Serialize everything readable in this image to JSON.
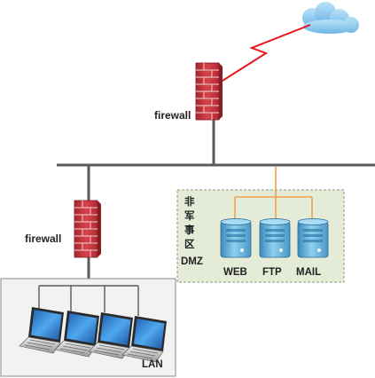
{
  "diagram": {
    "upper_firewall_label": "firewall",
    "lower_firewall_label": "firewall",
    "dmz": {
      "zone_label_lines": [
        "非",
        "军",
        "事",
        "区"
      ],
      "zone_label_latin": "DMZ",
      "servers": [
        {
          "label": "WEB"
        },
        {
          "label": "FTP"
        },
        {
          "label": "MAIL"
        }
      ]
    },
    "lan": {
      "label": "LAN",
      "laptop_count": 4
    }
  },
  "colors": {
    "internet_link": "#e8141a",
    "backbone": "#5a5a5a",
    "dmz_links": "#f0a050",
    "dmz_fill": "#e4ecd8",
    "dmz_border": "#8a9a7a",
    "lan_fill": "#f2f2f2",
    "lan_border": "#8a8a8a",
    "cloud": "#8ec8ee",
    "firewall_brick": "#c8313a",
    "server_body": "#6fb3d8",
    "laptop_screen": "#3a8fd8"
  }
}
